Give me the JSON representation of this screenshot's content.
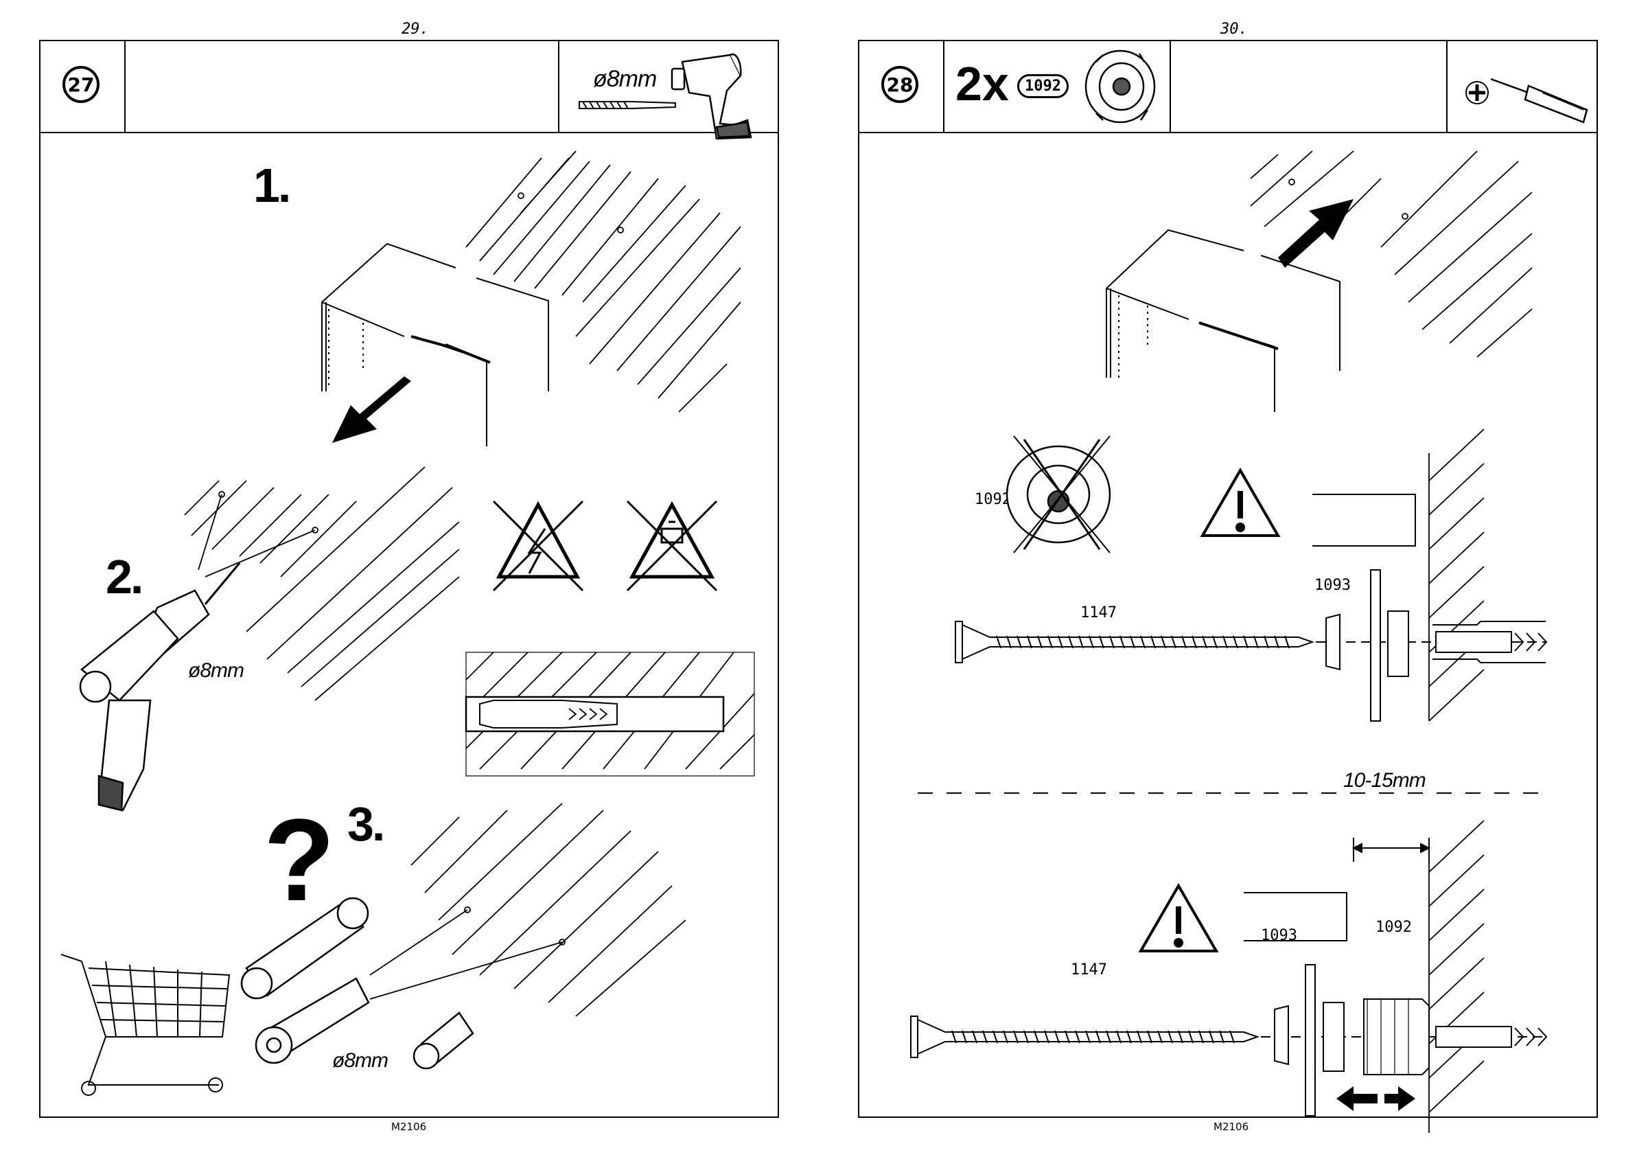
{
  "left_page": {
    "page_number": "29.",
    "footer_code": "M2106",
    "step_number": "27",
    "drill_size_header": "ø8mm",
    "substeps": [
      "1.",
      "2.",
      "3."
    ],
    "drill_size_step2": "ø8mm",
    "drill_size_step3": "ø8mm",
    "question_mark": "?",
    "icons": [
      "drill-icon",
      "drill-bit-icon",
      "electric-hazard-icon",
      "water-pipe-hazard-icon",
      "shopping-cart-icon",
      "wall-plug-icon"
    ]
  },
  "right_page": {
    "page_number": "30.",
    "footer_code": "M2106",
    "step_number": "28",
    "quantity": "2x",
    "part_badge": "1092",
    "dimension": "10-15mm",
    "labels": {
      "part_1092_crossed": "1092",
      "part_1147_top": "1147",
      "part_1093_top": "1093",
      "part_1147_bottom": "1147",
      "part_1093_bottom": "1093",
      "part_1092_bottom": "1092"
    },
    "icons": [
      "screwdriver-icon",
      "phillips-head-icon",
      "warning-icon",
      "spacer-nut-icon",
      "screw-icon"
    ]
  }
}
